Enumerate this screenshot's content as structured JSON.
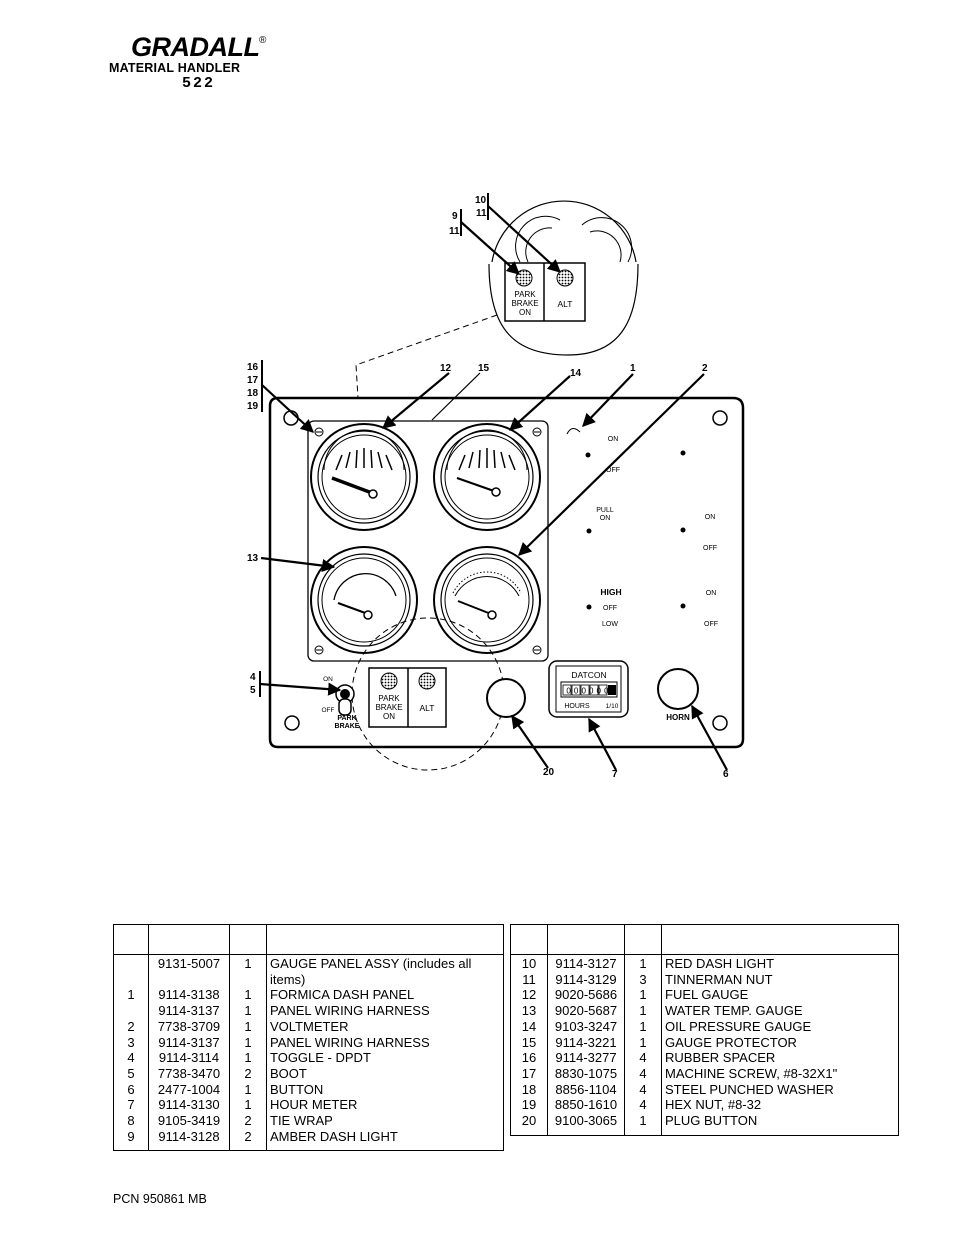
{
  "header": {
    "brand": "GRADALL",
    "reg_mark": "®",
    "subtitle": "MATERIAL HANDLER",
    "model": "522"
  },
  "diagram": {
    "callouts": [
      "1",
      "2",
      "4",
      "5",
      "6",
      "7",
      "9",
      "10",
      "11",
      "11",
      "12",
      "13",
      "14",
      "15",
      "16",
      "17",
      "18",
      "19",
      "20"
    ],
    "inset": {
      "park_label": "PARK\nBRAKE\nON",
      "alt_label": "ALT"
    },
    "panel": {
      "switch_labels": [
        "ON",
        "OFF",
        "PULL ON",
        "ON",
        "OFF",
        "HIGH",
        "OFF",
        "LOW",
        "ON",
        "OFF"
      ],
      "toggle_on": "ON",
      "toggle_off": "OFF",
      "toggle_label": "PARK BRAKE",
      "light_park": "PARK BRAKE ON",
      "light_alt": "ALT",
      "hour_meter_brand": "DATCON",
      "hour_meter_digits": "000000",
      "hour_meter_hours": "HOURS",
      "hour_meter_tenth": "1/10",
      "horn_label": "HORN"
    }
  },
  "parts_table": {
    "left": {
      "headers": [
        "",
        "",
        "",
        ""
      ],
      "rows": [
        {
          "item": "",
          "part": "9131-5007",
          "qty": "1",
          "desc": "GAUGE PANEL ASSY (includes all"
        },
        {
          "item": "",
          "part": "",
          "qty": "",
          "desc": "items)"
        },
        {
          "item": "1",
          "part": "9114-3138",
          "qty": "1",
          "desc": "FORMICA DASH PANEL"
        },
        {
          "item": "",
          "part": "9114-3137",
          "qty": "1",
          "desc": "PANEL WIRING HARNESS"
        },
        {
          "item": "2",
          "part": "7738-3709",
          "qty": "1",
          "desc": "VOLTMETER"
        },
        {
          "item": "3",
          "part": "9114-3137",
          "qty": "1",
          "desc": "PANEL WIRING HARNESS"
        },
        {
          "item": "4",
          "part": "9114-3114",
          "qty": "1",
          "desc": "TOGGLE - DPDT"
        },
        {
          "item": "5",
          "part": "7738-3470",
          "qty": "2",
          "desc": "BOOT"
        },
        {
          "item": "6",
          "part": "2477-1004",
          "qty": "1",
          "desc": "BUTTON"
        },
        {
          "item": "7",
          "part": "9114-3130",
          "qty": "1",
          "desc": "HOUR METER"
        },
        {
          "item": "8",
          "part": "9105-3419",
          "qty": "2",
          "desc": "TIE WRAP"
        },
        {
          "item": "9",
          "part": "9114-3128",
          "qty": "2",
          "desc": "AMBER DASH LIGHT"
        }
      ]
    },
    "right": {
      "headers": [
        "",
        "",
        "",
        ""
      ],
      "rows": [
        {
          "item": "10",
          "part": "9114-3127",
          "qty": "1",
          "desc": "RED DASH LIGHT"
        },
        {
          "item": "11",
          "part": "9114-3129",
          "qty": "3",
          "desc": "TINNERMAN NUT"
        },
        {
          "item": "12",
          "part": "9020-5686",
          "qty": "1",
          "desc": "FUEL GAUGE"
        },
        {
          "item": "13",
          "part": "9020-5687",
          "qty": "1",
          "desc": "WATER TEMP. GAUGE"
        },
        {
          "item": "14",
          "part": "9103-3247",
          "qty": "1",
          "desc": "OIL PRESSURE GAUGE"
        },
        {
          "item": "15",
          "part": "9114-3221",
          "qty": "1",
          "desc": "GAUGE PROTECTOR"
        },
        {
          "item": "16",
          "part": "9114-3277",
          "qty": "4",
          "desc": "RUBBER SPACER"
        },
        {
          "item": "17",
          "part": "8830-1075",
          "qty": "4",
          "desc": "MACHINE SCREW, #8-32X1\""
        },
        {
          "item": "18",
          "part": "8856-1104",
          "qty": "4",
          "desc": "STEEL PUNCHED WASHER"
        },
        {
          "item": "19",
          "part": "8850-1610",
          "qty": "4",
          "desc": "HEX NUT, #8-32"
        },
        {
          "item": "20",
          "part": "9100-3065",
          "qty": "1",
          "desc": "PLUG BUTTON"
        }
      ]
    }
  },
  "footer": {
    "pcn": "PCN 950861 MB"
  }
}
